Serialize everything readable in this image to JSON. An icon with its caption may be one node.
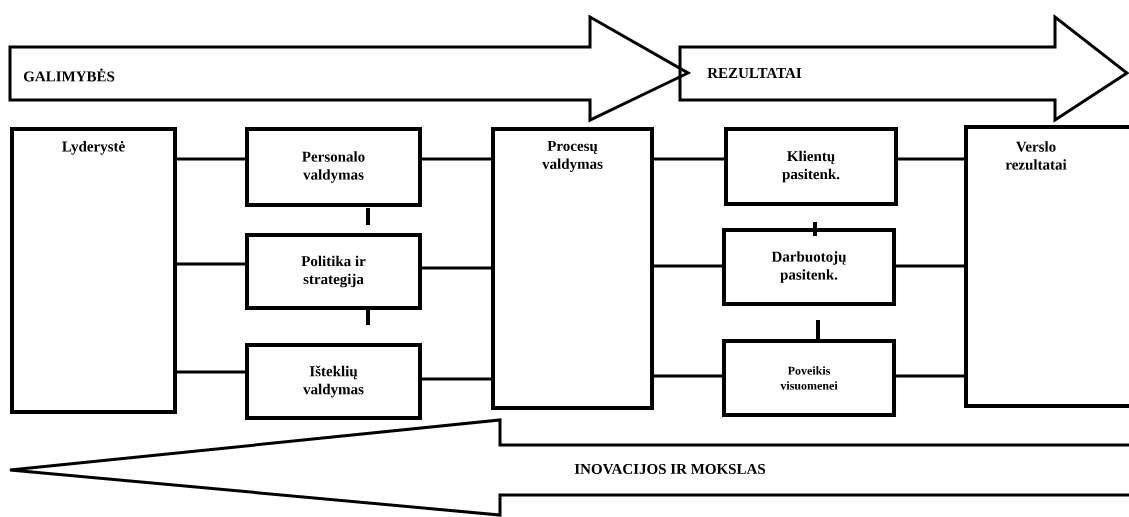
{
  "diagram": {
    "nodes": [
      {
        "text": [
          "GALIMYBĖS"
        ]
      },
      {
        "text": [
          "REZULTATAI"
        ]
      },
      {
        "text": [
          "Lyderystė"
        ]
      },
      {
        "text": [
          "Personalo valdymas"
        ]
      },
      {
        "text": [
          "Politika ir strategija"
        ]
      },
      {
        "text": [
          "Išteklių valdymas"
        ]
      },
      {
        "text": [
          "Procesų valdymas"
        ]
      },
      {
        "text": [
          "Klientų pasitenk."
        ]
      },
      {
        "text": [
          "Darbuotojų pasitenk."
        ]
      },
      {
        "text": [
          "Poveikis visuomenei"
        ]
      },
      {
        "text": [
          "Verslo rezultatai"
        ]
      },
      {
        "text": [
          "INOVACIJOS IR MOKSLAS"
        ]
      }
    ],
    "edges": [
      {
        "from": 2,
        "to": 3,
        "arrow": "none"
      },
      {
        "from": 2,
        "to": 4,
        "arrow": "none"
      },
      {
        "from": 2,
        "to": 5,
        "arrow": "none"
      },
      {
        "from": 3,
        "to": 6,
        "arrow": "none"
      },
      {
        "from": 4,
        "to": 6,
        "arrow": "none"
      },
      {
        "from": 5,
        "to": 6,
        "arrow": "none"
      },
      {
        "from": 6,
        "to": 7,
        "arrow": "none"
      },
      {
        "from": 6,
        "to": 8,
        "arrow": "none"
      },
      {
        "from": 6,
        "to": 9,
        "arrow": "none"
      },
      {
        "from": 7,
        "to": 10,
        "arrow": "none"
      },
      {
        "from": 8,
        "to": 10,
        "arrow": "none"
      },
      {
        "from": 9,
        "to": 10,
        "arrow": "none"
      }
    ]
  }
}
